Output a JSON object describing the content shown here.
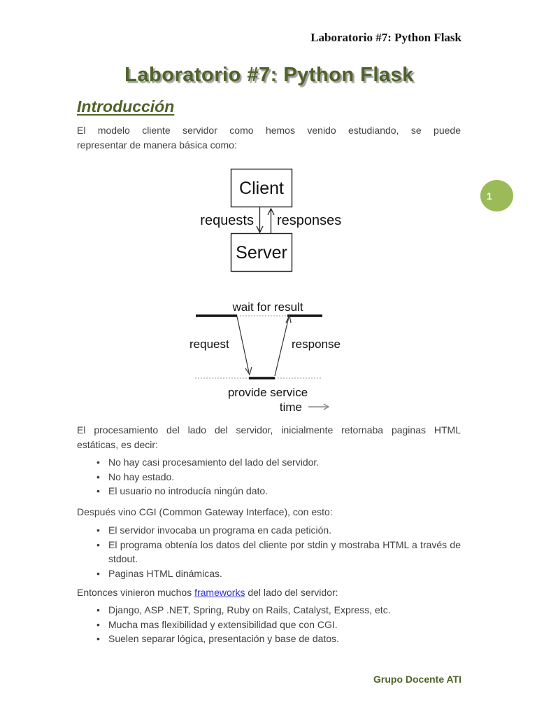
{
  "page": {
    "header": "Laboratorio #7: Python Flask",
    "title": "Laboratorio #7: Python Flask",
    "section_heading": "Introducción",
    "footer": "Grupo Docente ATI",
    "page_number": "1"
  },
  "content": {
    "intro_paragraph_lines": [
      "El modelo cliente servidor como hemos venido estudiando, se puede",
      "representar de manera básica como:"
    ],
    "static_paragraph_lines": [
      "El procesamiento del lado del servidor, inicialmente retornaba paginas HTML",
      "estáticas, es decir:"
    ],
    "static_bullets": [
      "No hay casi procesamiento del lado del servidor.",
      "No hay estado.",
      "El usuario no introducía ningún dato."
    ],
    "cgi_paragraph": "Después vino CGI (Common Gateway Interface), con esto:",
    "cgi_bullets": [
      "El servidor invocaba un programa en cada petición.",
      "El programa obtenía los datos del cliente por stdin y mostraba HTML a través de stdout.",
      "Paginas HTML dinámicas."
    ],
    "frameworks_paragraph_before": "Entonces vinieron muchos ",
    "frameworks_link": "frameworks",
    "frameworks_paragraph_after": " del lado del servidor:",
    "frameworks_bullets": [
      "Django, ASP .NET, Spring, Ruby on Rails, Catalyst, Express, etc.",
      "Mucha mas flexibilidad y extensibilidad que con CGI.",
      "Suelen separar lógica, presentación y base de datos."
    ]
  },
  "diagram_client_server": {
    "client_label": "Client",
    "server_label": "Server",
    "requests_label": "requests",
    "responses_label": "responses"
  },
  "diagram_timeline": {
    "wait_label": "wait for result",
    "request_label": "request",
    "response_label": "response",
    "provide_label": "provide service",
    "time_label": "time"
  },
  "colors": {
    "accent_green": "#4f6228",
    "badge_green": "#9bbb59",
    "link_blue": "#3232cc",
    "body_text": "#3f3f3f"
  }
}
